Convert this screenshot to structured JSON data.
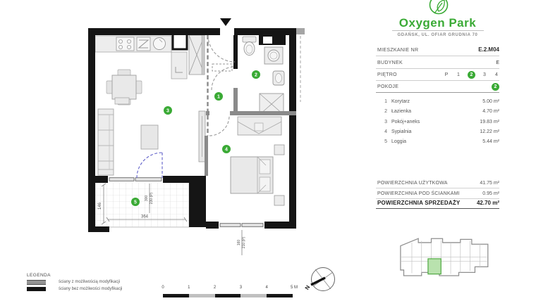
{
  "project": {
    "name": "Oxygen Park",
    "address": "GDAŃSK, UL. OFIAR GRUDNIA 70"
  },
  "unit": {
    "mieszkanie_label": "MIESZKANIE NR",
    "mieszkanie_value": "E.2.M04",
    "budynek_label": "BUDYNEK",
    "budynek_value": "E",
    "pietro_label": "PIĘTRO",
    "pietro_options": [
      "P",
      "1",
      "2",
      "3",
      "4"
    ],
    "pietro_selected": "2",
    "pokoje_label": "POKOJE",
    "pokoje_value": "2"
  },
  "rooms": [
    {
      "no": "1",
      "name": "Korytarz",
      "area": "5.00 m²"
    },
    {
      "no": "2",
      "name": "Łazienka",
      "area": "4.70 m²"
    },
    {
      "no": "3",
      "name": "Pokój+aneks",
      "area": "19.83 m²"
    },
    {
      "no": "4",
      "name": "Sypialnia",
      "area": "12.22 m²"
    },
    {
      "no": "5",
      "name": "Loggia",
      "area": "5.44 m²"
    }
  ],
  "areas": {
    "uzytkowa_label": "POWIERZCHNIA UŻYTKOWA",
    "uzytkowa_value": "41.75 m²",
    "scianki_label": "POWIERZCHNIA POD ŚCIANKAMI",
    "scianki_value": "0.95 m²",
    "sprzedaz_label": "POWIERZCHNIA SPRZEDAŻY",
    "sprzedaz_value": "42.70 m²"
  },
  "plan": {
    "room_numbers": [
      "1",
      "2",
      "3",
      "4",
      "5"
    ],
    "dimensions": {
      "loggia_depth": "146",
      "loggia_width": "364",
      "loggia_window_a": "300",
      "loggia_window_b": "230 (P)",
      "bedroom_window_a": "160",
      "bedroom_window_b": "210 (P)"
    }
  },
  "legend": {
    "title": "LEGENDA",
    "item_modifiable": "ściany z możliwością modyfikacji",
    "item_fixed": "ściany bez możliwości modyfikacji"
  },
  "scale_bar": {
    "labels": [
      "0",
      "1",
      "2",
      "3",
      "4",
      "5 M"
    ]
  },
  "compass": {
    "north_label": "N"
  },
  "colors": {
    "accent_green": "#3aaa35",
    "wall_black": "#151515",
    "wall_gray": "#8a8a8a",
    "minimap_highlight": "#b9e2ae"
  }
}
